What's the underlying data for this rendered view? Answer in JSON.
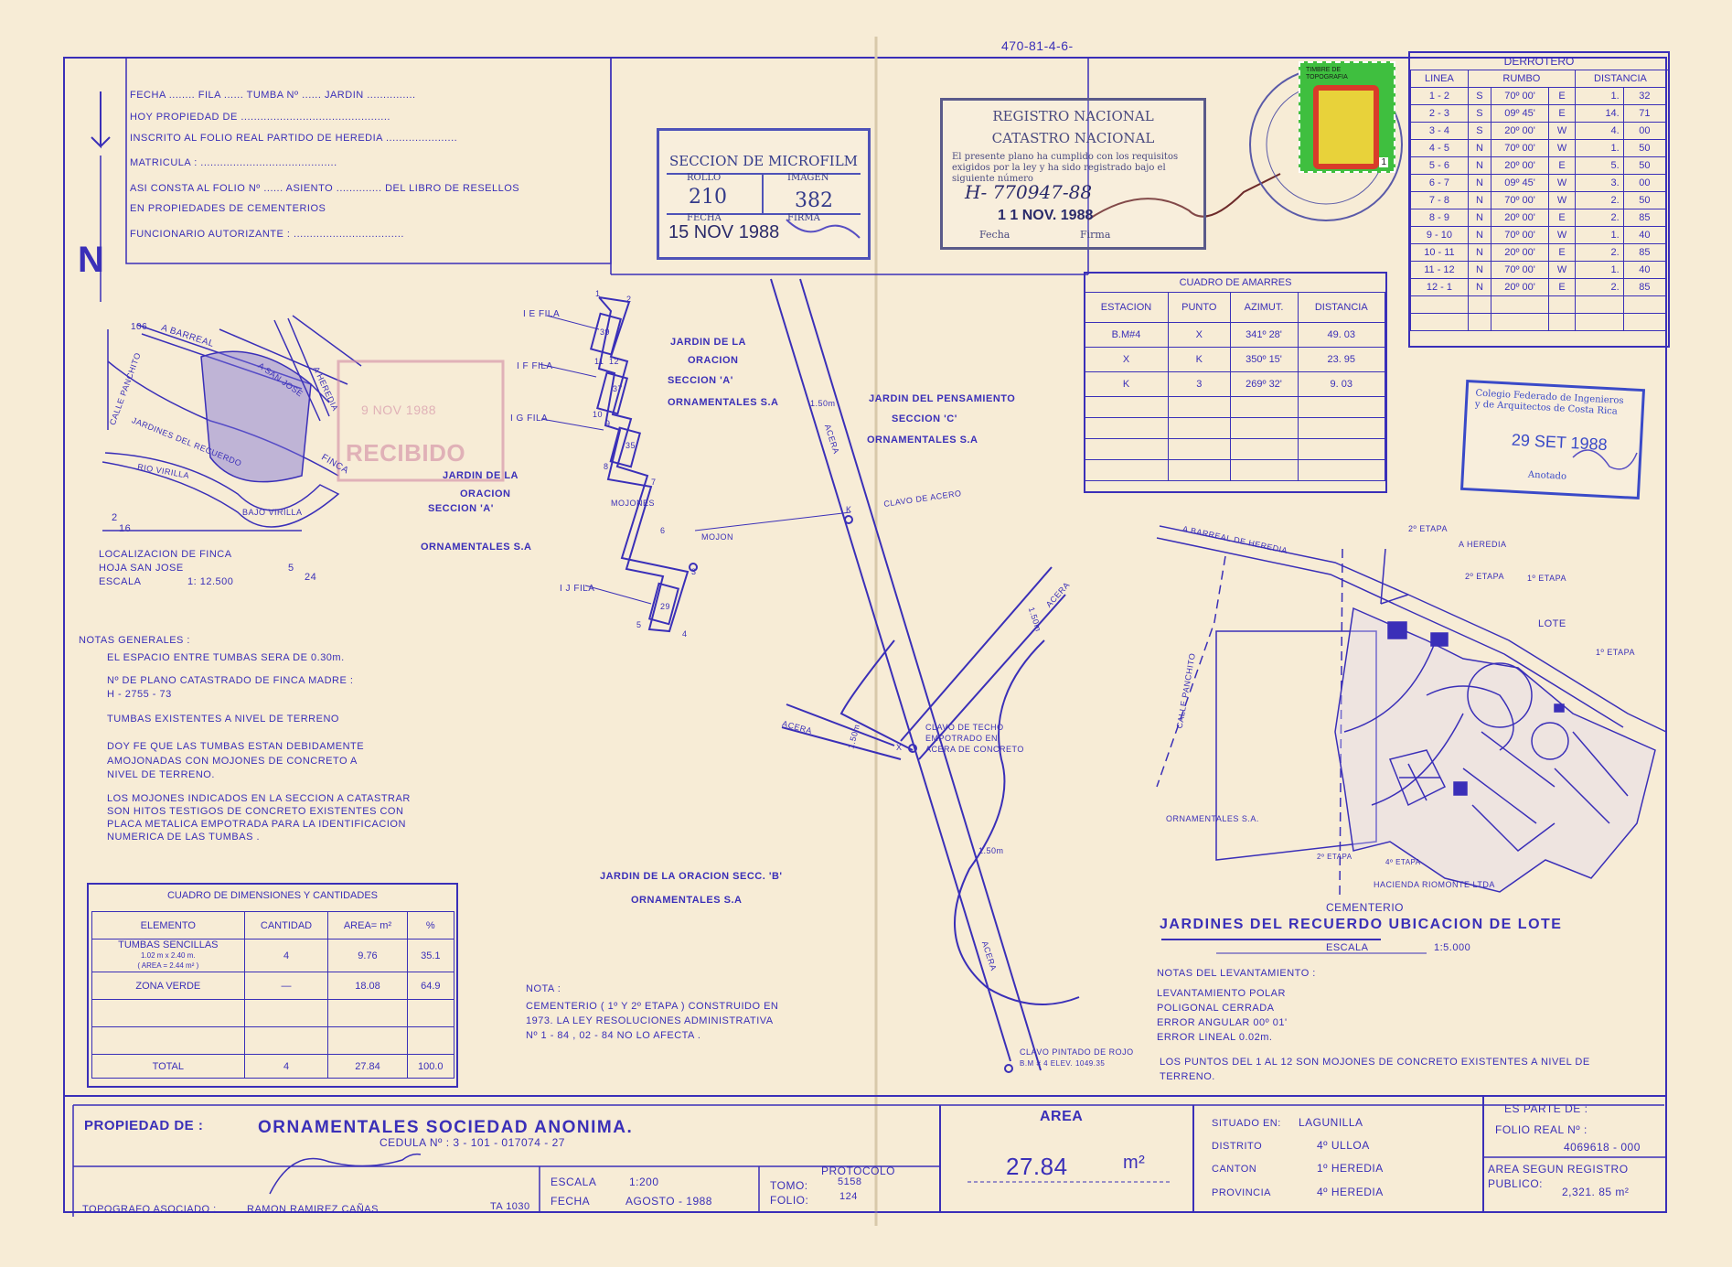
{
  "ref_number": "470-81-4-6-",
  "north": "N",
  "header_form": {
    "line1": "FECHA ........ FILA ...... TUMBA Nº ...... JARDIN ...............",
    "line2": "HOY  PROPIEDAD  DE ..............................................",
    "line3": "INSCRITO  AL  FOLIO REAL  PARTIDO  DE  HEREDIA ......................",
    "line4": "MATRICULA : ..........................................",
    "line5": "ASI  CONSTA  AL  FOLIO Nº ......  ASIENTO .............. DEL  LIBRO  DE  RESELLOS",
    "line6": "EN  PROPIEDADES   DE   CEMENTERIOS",
    "line7": "FUNCIONARIO  AUTORIZANTE : .................................."
  },
  "microfilm": {
    "title": "SECCION DE MICROFILM",
    "rollo_label": "ROLLO",
    "imagen_label": "IMAGEN",
    "rollo": "210",
    "imagen": "382",
    "fecha_label": "FECHA",
    "firma_label": "FIRMA",
    "fecha": "15 NOV 1988"
  },
  "registro": {
    "line1": "REGISTRO NACIONAL",
    "line2": "CATASTRO NACIONAL",
    "text": "El presente plano ha cumplido con los requisitos exigidos por la ley y ha sido registrado bajo el siguiente número",
    "number": "H- 770947-88",
    "date": "1 1 NOV. 1988",
    "fecha_label": "Fecha",
    "firma_label": "Firma"
  },
  "timbre": {
    "label": "TIMBRE DE TOPOGRAFIA",
    "value": "1"
  },
  "derrotero": {
    "title": "DERROTERO",
    "headers": [
      "LINEA",
      "RUMBO",
      "DISTANCIA"
    ],
    "rows": [
      [
        "1 - 2",
        "S",
        "70º 00'",
        "E",
        "1.",
        "32"
      ],
      [
        "2 - 3",
        "S",
        "09º 45'",
        "E",
        "14.",
        "71"
      ],
      [
        "3 - 4",
        "S",
        "20º 00'",
        "W",
        "4.",
        "00"
      ],
      [
        "4 - 5",
        "N",
        "70º 00'",
        "W",
        "1.",
        "50"
      ],
      [
        "5 - 6",
        "N",
        "20º 00'",
        "E",
        "5.",
        "50"
      ],
      [
        "6 - 7",
        "N",
        "09º 45'",
        "W",
        "3.",
        "00"
      ],
      [
        "7 - 8",
        "N",
        "70º 00'",
        "W",
        "2.",
        "50"
      ],
      [
        "8 - 9",
        "N",
        "20º 00'",
        "E",
        "2.",
        "85"
      ],
      [
        "9 - 10",
        "N",
        "70º 00'",
        "W",
        "1.",
        "40"
      ],
      [
        "10 - 11",
        "N",
        "20º 00'",
        "E",
        "2.",
        "85"
      ],
      [
        "11 - 12",
        "N",
        "70º 00'",
        "W",
        "1.",
        "40"
      ],
      [
        "12 - 1",
        "N",
        "20º 00'",
        "E",
        "2.",
        "85"
      ]
    ]
  },
  "amarres": {
    "title": "CUADRO  DE  AMARRES",
    "headers": [
      "ESTACION",
      "PUNTO",
      "AZIMUT.",
      "DISTANCIA"
    ],
    "rows": [
      [
        "B.M#4",
        "X",
        "341º 28'",
        "49. 03"
      ],
      [
        "X",
        "K",
        "350º 15'",
        "23. 95"
      ],
      [
        "K",
        "3",
        "269º 32'",
        "9. 03"
      ]
    ]
  },
  "colegio": {
    "line1": "Colegio Federado de Ingenieros",
    "line2": "y de Arquitectos de Costa Rica",
    "date": "29 SET 1988",
    "footer": "Anotado"
  },
  "location_map": {
    "labels": {
      "a_barreal": "A BARREAL",
      "a_san_jose": "A SAN JOSE",
      "a_heredia": "A HEREDIA",
      "calle_panchito": "CALLE PANCHITO",
      "jardines": "JARDINES DEL RECUERDO",
      "finca": "FINCA",
      "rio": "RIO  VIRILLA",
      "bajo": "BAJO VIRILLA",
      "route": "106",
      "n2": "2",
      "n16": "16",
      "n5": "5",
      "n24": "24"
    },
    "caption1": "LOCALIZACION  DE  FINCA",
    "caption2": "HOJA SAN JOSE",
    "scale_label": "ESCALA",
    "scale": "1: 12.500"
  },
  "plan": {
    "fila_labels": [
      "I E  FILA",
      "I F  FILA",
      "I G  FILA",
      "I J  FILA"
    ],
    "tomb_numbers": [
      "39",
      "37",
      "35",
      "29"
    ],
    "points": [
      "1",
      "2",
      "11",
      "12",
      "10",
      "9",
      "8",
      "7",
      "6",
      "5",
      "4",
      "3"
    ],
    "mojones": "MOJONES",
    "mojon": "MOJON",
    "jardin_oracion_a_right": [
      "JARDIN DE LA",
      "ORACION",
      "SECCION  'A'",
      "ORNAMENTALES  S.A"
    ],
    "jardin_oracion_a_left": [
      "JARDIN DE LA",
      "ORACION",
      "SECCION  'A'",
      "ORNAMENTALES  S.A"
    ],
    "jardin_pensamiento": [
      "JARDIN DEL  PENSAMIENTO",
      "SECCION  'C'",
      "ORNAMENTALES  S.A"
    ],
    "jardin_oracion_b": [
      "JARDIN DE LA ORACION      SECC. 'B'",
      "ORNAMENTALES  S.A"
    ],
    "acera": "ACERA",
    "acera_width": "1.50m",
    "clavo_acero": "CLAVO DE ACERO",
    "clavo_techo": [
      "CLAVO DE TECHO",
      "EMPOTRADO EN",
      "ACERA DE CONCRETO"
    ],
    "clavo_rojo": [
      "CLAVO PINTADO DE ROJO",
      "B.M # 4  ELEV. 1049.35"
    ],
    "k": "K",
    "x": "X"
  },
  "notas": {
    "title": "NOTAS  GENERALES :",
    "n1": "EL  ESPACIO  ENTRE  TUMBAS  SERA  DE  0.30m.",
    "n2a": "Nº  DE  PLANO  CATASTRADO  DE  FINCA  MADRE :",
    "n2b": "H - 2755 - 73",
    "n3": "TUMBAS  EXISTENTES  A  NIVEL  DE  TERRENO",
    "n4a": "DOY  FE  QUE  LAS  TUMBAS  ESTAN  DEBIDAMENTE",
    "n4b": "AMOJONADAS  CON  MOJONES  DE  CONCRETO  A",
    "n4c": "NIVEL  DE  TERRENO.",
    "n5a": "LOS  MOJONES  INDICADOS  EN  LA  SECCION  A  CATASTRAR",
    "n5b": "SON  HITOS  TESTIGOS  DE  CONCRETO  EXISTENTES  CON",
    "n5c": "PLACA  METALICA  EMPOTRADA  PARA  LA  IDENTIFICACION",
    "n5d": "NUMERICA  DE  LAS  TUMBAS ."
  },
  "dimensiones": {
    "title": "CUADRO   DE   DIMENSIONES   Y   CANTIDADES",
    "headers": [
      "ELEMENTO",
      "CANTIDAD",
      "AREA= m²",
      "%"
    ],
    "row1": {
      "elemento": "TUMBAS  SENCILLAS",
      "sub1": "1.02 m  x  2.40 m.",
      "sub2": "( AREA = 2.44 m² )",
      "cantidad": "4",
      "area": "9.76",
      "pct": "35.1"
    },
    "row2": {
      "elemento": "ZONA  VERDE",
      "cantidad": "—",
      "area": "18.08",
      "pct": "64.9"
    },
    "total": {
      "elemento": "TOTAL",
      "cantidad": "4",
      "area": "27.84",
      "pct": "100.0"
    }
  },
  "nota": {
    "title": "NOTA :",
    "l1": "CEMENTERIO  ( 1º Y 2º  ETAPA )  CONSTRUIDO EN",
    "l2": "1973.  LA  LEY  RESOLUCIONES  ADMINISTRATIVA",
    "l3": "Nº 1 - 84 , 02 - 84  NO  LO  AFECTA ."
  },
  "cemetery_map": {
    "a_barreal": "A BARREAL DE HEREDIA",
    "a_heredia": "A HEREDIA",
    "calle_panchito": "CALLE PANCHITO",
    "etapa2": "2º ETAPA",
    "etapa1": "1º ETAPA",
    "lote": "LOTE",
    "ornamentales": "ORNAMENTALES  S.A.",
    "hacienda": "HACIENDA  RIOMONTE  LTDA",
    "etapa2b": "2º ETAPA",
    "etapa4": "4º ETAPA",
    "cementerio": "CEMENTERIO",
    "title": "JARDINES  DEL  RECUERDO  UBICACION  DE  LOTE",
    "scale_label": "ESCALA",
    "scale": "1:5.000"
  },
  "levantamiento": {
    "title": "NOTAS  DEL  LEVANTAMIENTO :",
    "l1": "LEVANTAMIENTO  POLAR",
    "l2": "POLIGONAL  CERRADA",
    "l3": "ERROR  ANGULAR  00º 01'",
    "l4": "ERROR  LINEAL    0.02m.",
    "l5": "LOS  PUNTOS  DEL  1  AL 12  SON   MOJONES   DE  CONCRETO   EXISTENTES   A  NIVEL  DE",
    "l6": "TERRENO."
  },
  "title_block": {
    "propiedad_label": "PROPIEDAD  DE :",
    "owner": "ORNAMENTALES  SOCIEDAD  ANONIMA.",
    "cedula": "CEDULA  Nº : 3 - 101 - 017074 - 27",
    "topografo_label": "TOPOGRAFO ASOCIADO :",
    "topografo": "RAMON  RAMIREZ  CAÑAS",
    "ta": "TA  1030",
    "escala_label": "ESCALA",
    "escala": "1:200",
    "fecha_label": "FECHA",
    "fecha": "AGOSTO - 1988",
    "protocolo": "PROTOCOLO",
    "tomo_label": "TOMO:",
    "tomo": "5158",
    "folio_label": "FOLIO:",
    "folio": "124",
    "area_label": "AREA",
    "area": "27.84",
    "area_unit": "m²",
    "situado_label": "SITUADO  EN:",
    "situado": "LAGUNILLA",
    "distrito_label": "DISTRITO",
    "distrito": "4º  ULLOA",
    "canton_label": "CANTON",
    "canton": "1º  HEREDIA",
    "provincia_label": "PROVINCIA",
    "provincia": "4º HEREDIA",
    "es_parte": "ES  PARTE  DE :",
    "folio_real_label": "FOLIO  REAL  Nº :",
    "folio_real": "4069618 - 000",
    "area_registro_label1": "AREA  SEGUN  REGISTRO",
    "area_registro_label2": "PUBLICO:",
    "area_registro": "2,321. 85  m²"
  },
  "received_stamp": {
    "word": "RECIBIDO",
    "date": "9 NOV 1988"
  },
  "colors": {
    "ink": "#3a2fb8",
    "paper": "#f7ecd6",
    "timbre_green": "#3fbf3f",
    "timbre_red": "#d93b2a",
    "timbre_yellow": "#e8d23a"
  }
}
